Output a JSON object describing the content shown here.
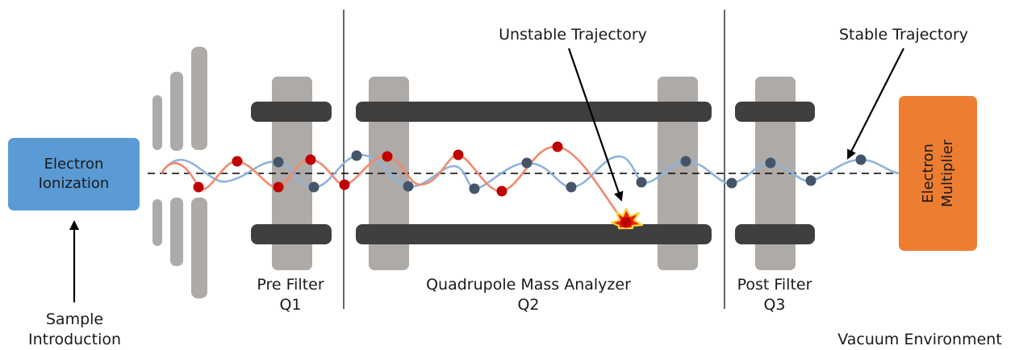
{
  "source": {
    "line1": "Electron",
    "line2": "Ionization"
  },
  "detector": {
    "line1": "Electron",
    "line2": "Multiplier"
  },
  "sample_introduction": {
    "line1": "Sample",
    "line2": "Introduction"
  },
  "vacuum_environment": "Vacuum Environment",
  "pre_filter": {
    "line1": "Pre Filter",
    "line2": "Q1"
  },
  "mass_analyzer": {
    "line1": "Quadrupole Mass Analyzer",
    "line2": "Q2"
  },
  "post_filter": {
    "line1": "Post Filter",
    "line2": "Q3"
  },
  "unstable_trajectory": "Unstable Trajectory",
  "stable_trajectory": "Stable Trajectory",
  "colors": {
    "source_box": "#5b9bd5",
    "detector_box": "#ed7d31",
    "rods": "#3f3f3f",
    "lenses": "#aeaaa7",
    "stable_path": "#8fb4dc",
    "stable_ions": "#44546a",
    "unstable_path": "#f08a6e",
    "unstable_ions": "#c00000"
  }
}
